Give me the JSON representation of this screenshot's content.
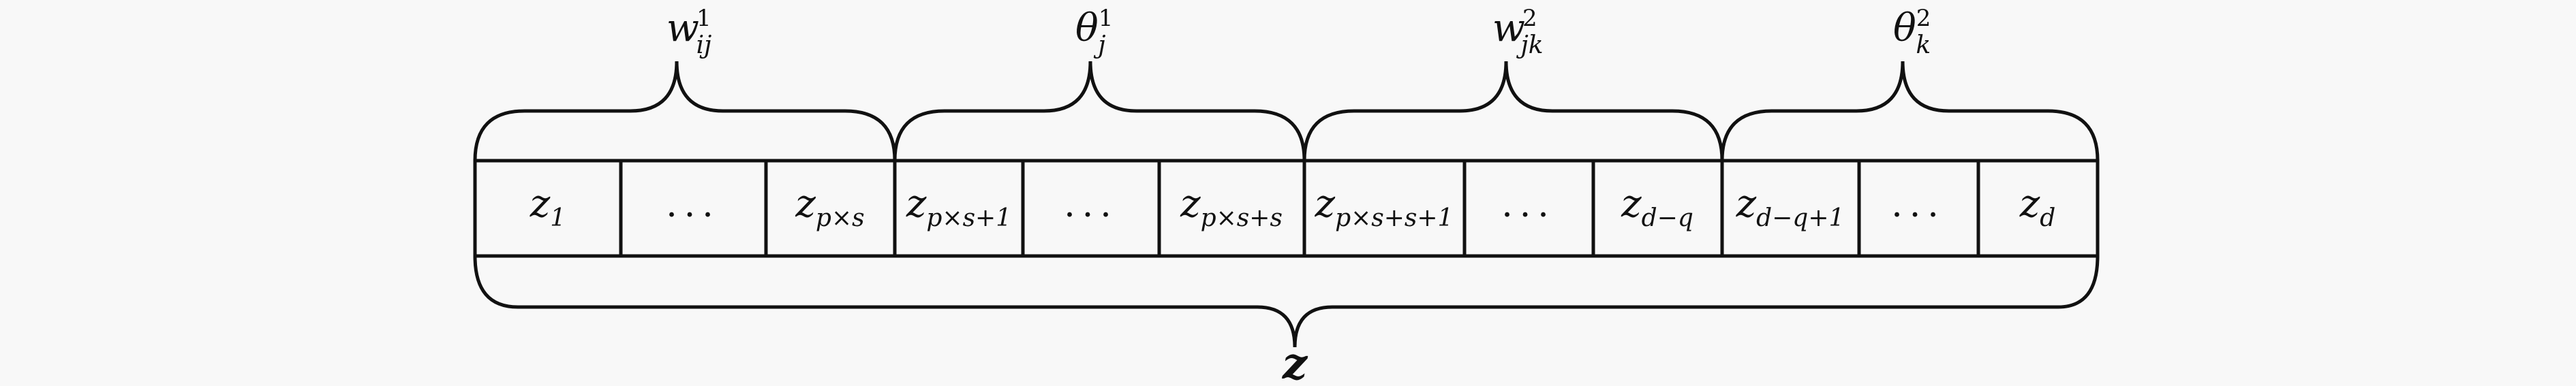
{
  "cells": [
    {
      "main": "z",
      "sub": "1"
    },
    {
      "dots": "..."
    },
    {
      "main": "z",
      "sub": "p×s"
    },
    {
      "main": "z",
      "sub": "p×s+1"
    },
    {
      "dots": "..."
    },
    {
      "main": "z",
      "sub": "p×s+s"
    },
    {
      "main": "z",
      "sub": "p×s+s+1"
    },
    {
      "dots": "..."
    },
    {
      "main": "z",
      "sub": "d−q"
    },
    {
      "main": "z",
      "sub": "d−q+1"
    },
    {
      "dots": "..."
    },
    {
      "main": "z",
      "sub": "d"
    }
  ],
  "top_braces": [
    {
      "main": "w",
      "sub": "ij",
      "sup": "1"
    },
    {
      "main": "θ",
      "sub": "j",
      "sup": "1"
    },
    {
      "main": "w",
      "sub": "jk",
      "sup": "2"
    },
    {
      "main": "θ",
      "sub": "k",
      "sup": "2"
    }
  ],
  "bottom_brace": {
    "label": "z"
  }
}
